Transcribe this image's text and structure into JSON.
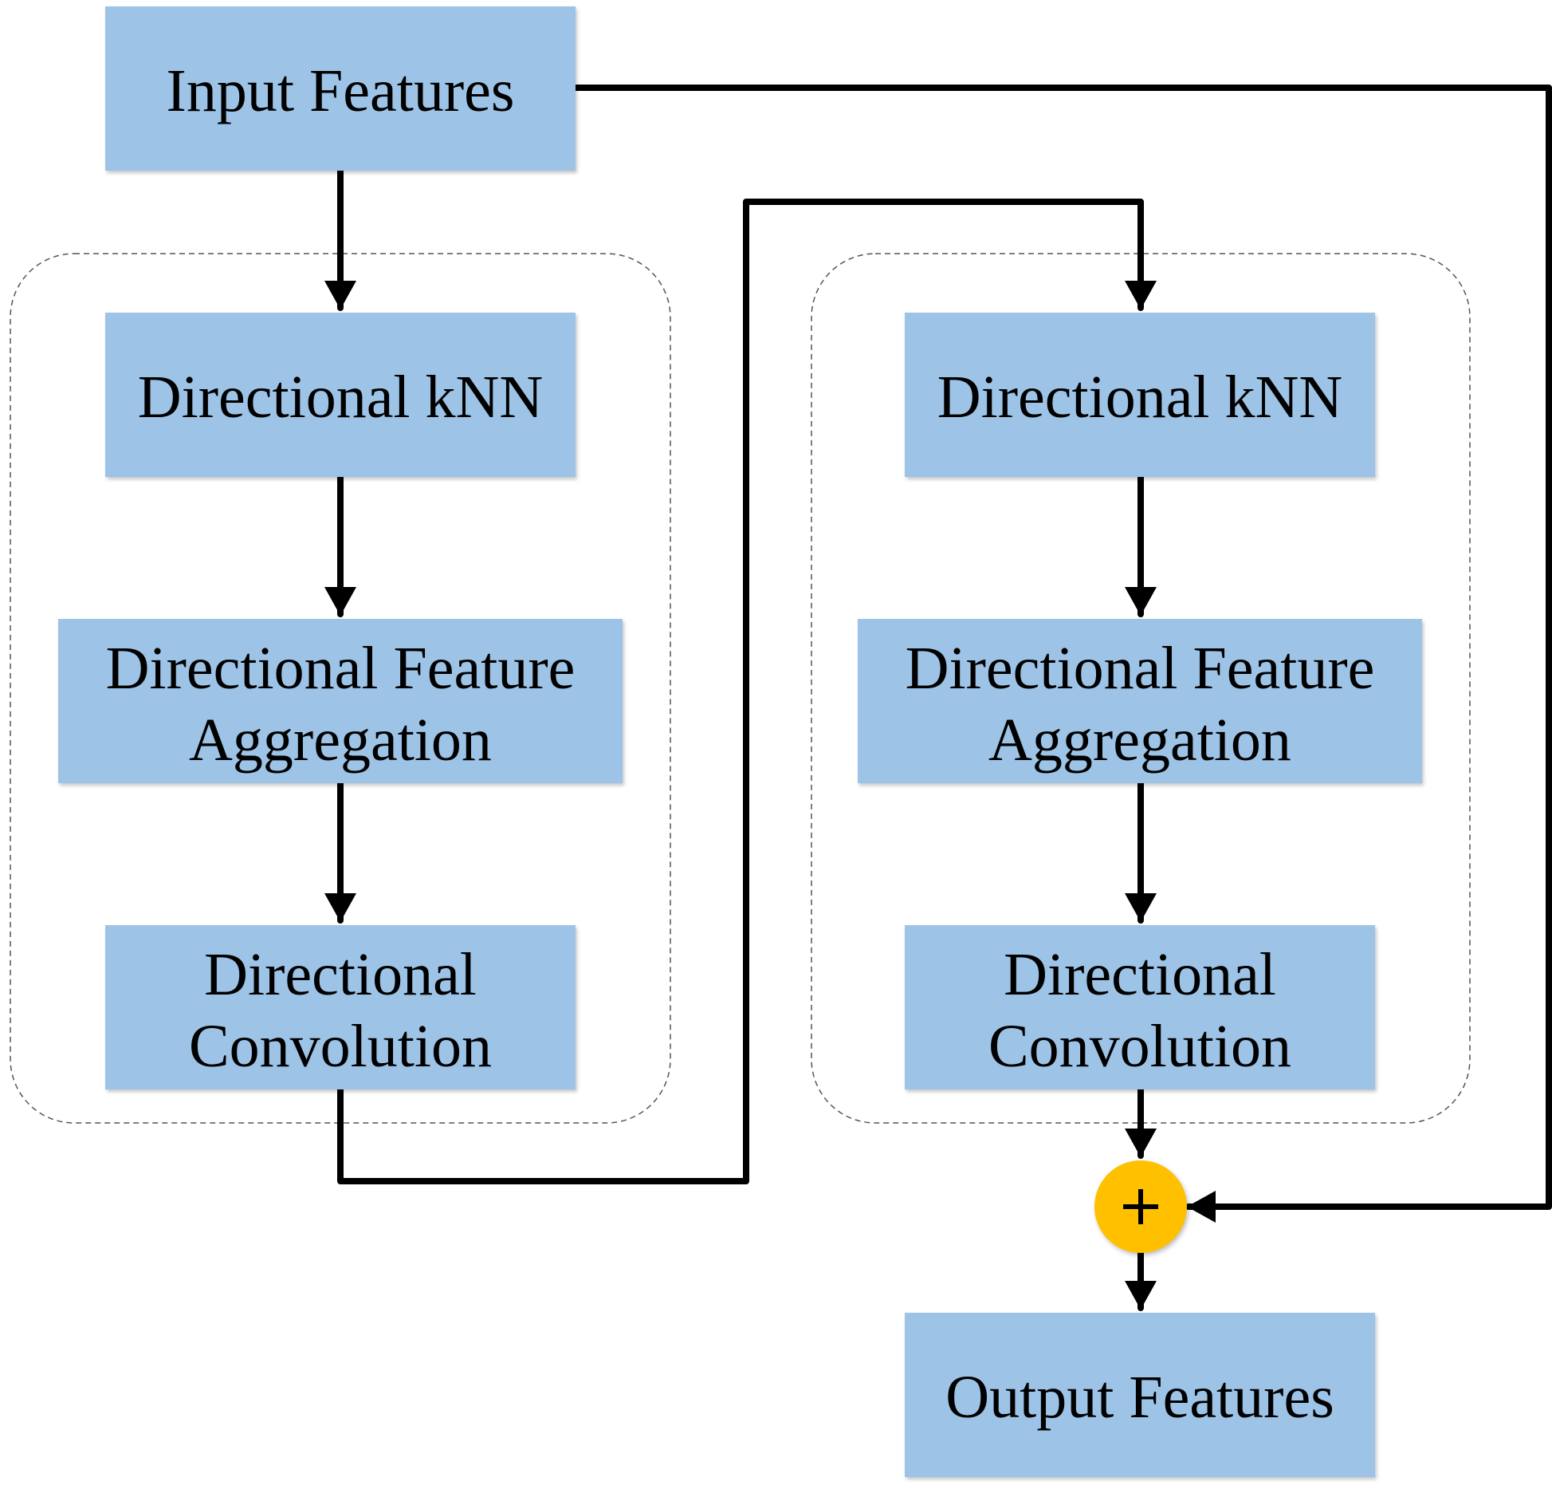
{
  "colors": {
    "box_fill": "#9DC3E6",
    "edge": "#000000",
    "sum_fill": "#FFC000",
    "group_border": "#555555"
  },
  "nodes": {
    "input": {
      "lines": [
        "Input Features"
      ]
    },
    "left_knn": {
      "lines": [
        "Directional kNN"
      ]
    },
    "left_dfa": {
      "lines": [
        "Directional Feature",
        "Aggregation"
      ]
    },
    "left_conv": {
      "lines": [
        "Directional",
        "Convolution"
      ]
    },
    "right_knn": {
      "lines": [
        "Directional kNN"
      ]
    },
    "right_dfa": {
      "lines": [
        "Directional Feature",
        "Aggregation"
      ]
    },
    "right_conv": {
      "lines": [
        "Directional",
        "Convolution"
      ]
    },
    "output": {
      "lines": [
        "Output Features"
      ]
    }
  },
  "sum_symbol": "+",
  "edges": [
    {
      "from": "input",
      "to": "left_knn"
    },
    {
      "from": "left_knn",
      "to": "left_dfa"
    },
    {
      "from": "left_dfa",
      "to": "left_conv"
    },
    {
      "from": "left_conv",
      "to": "right_knn"
    },
    {
      "from": "right_knn",
      "to": "right_dfa"
    },
    {
      "from": "right_dfa",
      "to": "right_conv"
    },
    {
      "from": "right_conv",
      "to": "sum"
    },
    {
      "from": "input",
      "to": "sum",
      "kind": "skip"
    },
    {
      "from": "sum",
      "to": "output"
    }
  ]
}
